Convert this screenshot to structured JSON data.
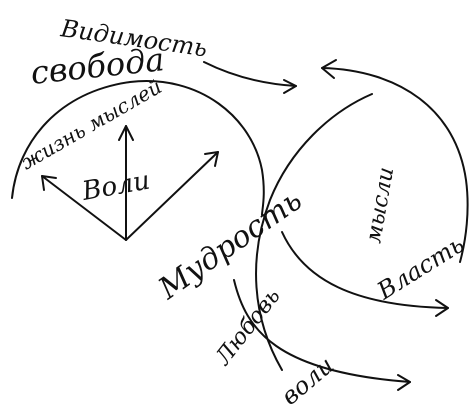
{
  "labels": {
    "visibility": "Видимость",
    "freedom": "свобода",
    "life_of_thoughts": "жизнь мыслей",
    "will_top": "Воли",
    "wisdom": "Мудрость",
    "thoughts": "мысли",
    "power": "Власть",
    "love": "Любовь",
    "will_bottom": "воли"
  },
  "colors": {
    "ink": "#111111",
    "paper": "#ffffff"
  }
}
